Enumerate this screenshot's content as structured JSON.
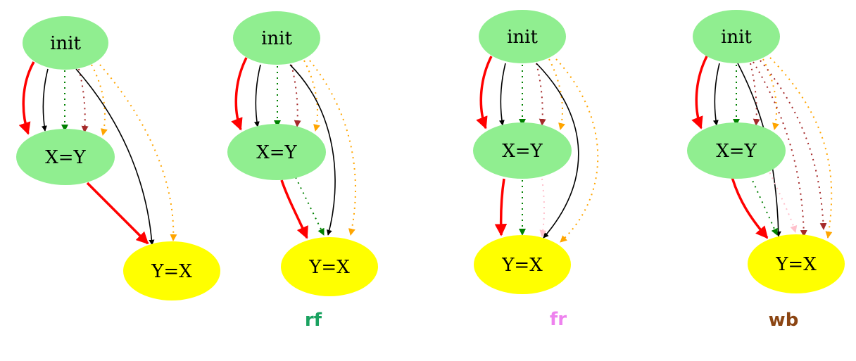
{
  "panels": [
    {
      "id": "p1",
      "caption": "",
      "nodes": {
        "init": "init",
        "x": "X=Y",
        "y": "Y=X"
      }
    },
    {
      "id": "p2",
      "caption": "rf",
      "nodes": {
        "init": "init",
        "x": "X=Y",
        "y": "Y=X"
      }
    },
    {
      "id": "p3",
      "caption": "fr",
      "nodes": {
        "init": "init",
        "x": "X=Y",
        "y": "Y=X"
      }
    },
    {
      "id": "p4",
      "caption": "wb",
      "nodes": {
        "init": "init",
        "x": "X=Y",
        "y": "Y=X"
      }
    }
  ],
  "colors": {
    "init_fill": "#90ee90",
    "write_fill": "#90ee90",
    "read_fill": "#ffff00",
    "po": "#ff0000",
    "black": "#000000",
    "rf": "#008000",
    "wb": "#a52a2a",
    "fr": "#ffc0cb",
    "orange": "#ffa500",
    "caption_rf": "#1aa260",
    "caption_fr": "#ee82ee",
    "caption_wb": "#8b4513"
  }
}
